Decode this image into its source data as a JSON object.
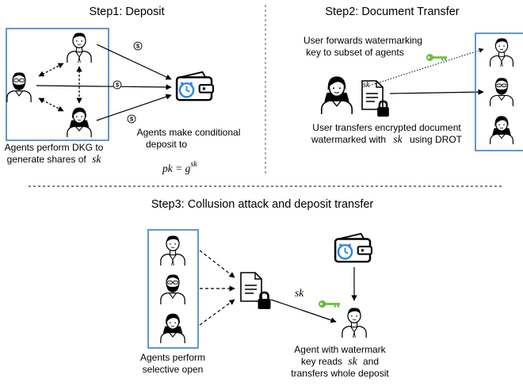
{
  "steps": {
    "step1": {
      "title": "Step1: Deposit",
      "caption_agents_line1": "Agents perform DKG to",
      "caption_agents_line2": "generate shares of",
      "secret_symbol": "sk",
      "caption_deposit_line1": "Agents make conditional",
      "caption_deposit_line2": "deposit to",
      "pk_label": "pk = ",
      "pk_base": "g",
      "pk_exp": "sk",
      "coin_symbol": "$"
    },
    "step2": {
      "title": "Step2: Document Transfer",
      "caption_forward_line1": "User forwards watermarking",
      "caption_forward_line2": "key to subset of agents",
      "caption_transfer_line1": "User transfers encrypted document",
      "caption_transfer_line2_prefix": "watermarked with",
      "caption_transfer_line2_sym": "sk",
      "caption_transfer_line2_suffix": "using DROT",
      "doc_tag": "sk"
    },
    "step3": {
      "title": "Step3: Collusion attack and deposit transfer",
      "caption_open_line1": "Agents perform",
      "caption_open_line2": "selective open",
      "edge_label": "sk",
      "caption_final_line1": "Agent with watermark",
      "caption_final_line2_prefix": "key reads",
      "caption_final_line2_sym": "sk",
      "caption_final_line2_suffix": "and",
      "caption_final_line3": "transfers whole deposit"
    }
  },
  "colors": {
    "frame": "#2e75c8",
    "wallet_clock": "#2e86de",
    "key": "#6abf3c",
    "ink": "#000000"
  },
  "icons": [
    "person-male-icon",
    "person-bearded-icon",
    "person-female-icon",
    "wallet-clock-icon",
    "dollar-coin-icon",
    "key-icon",
    "document-icon",
    "lock-icon"
  ]
}
